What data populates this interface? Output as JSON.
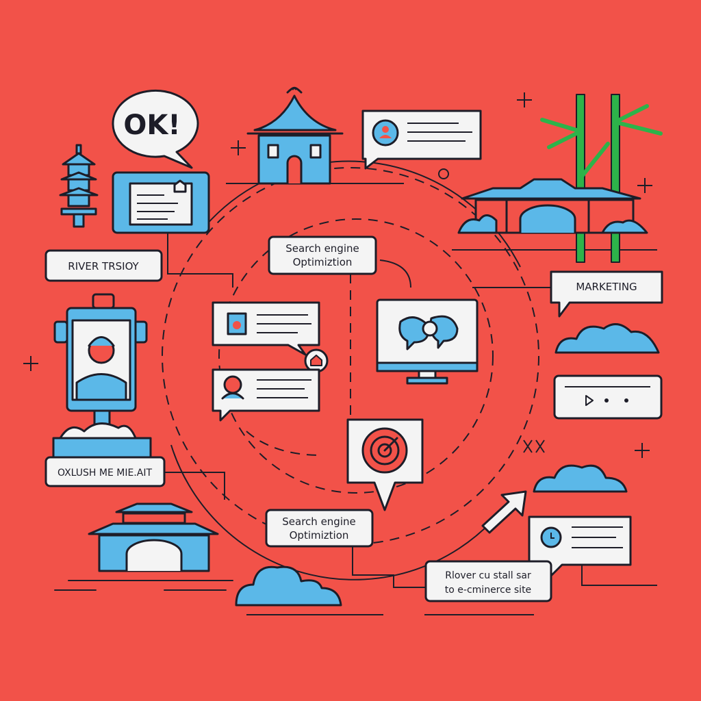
{
  "speech_bubble": {
    "text": "OK!"
  },
  "labels": {
    "river_story": "RIVER TRSIOY",
    "seo_top": [
      "Search engine",
      "Optimiztion"
    ],
    "marketing": "MARKETING",
    "kiosk_caption": "OXLUSH ME MIE.AIT",
    "seo_bottom": [
      "Search engine",
      "Optimiztion"
    ],
    "ecommerce": [
      "Rlover cu stall sar",
      "to e-cminerce site"
    ]
  },
  "colors": {
    "background": "#F25249",
    "accent_blue": "#5BB8E8",
    "outline": "#1D1D28",
    "panel": "#F4F4F4",
    "bamboo": "#2DB34A"
  }
}
